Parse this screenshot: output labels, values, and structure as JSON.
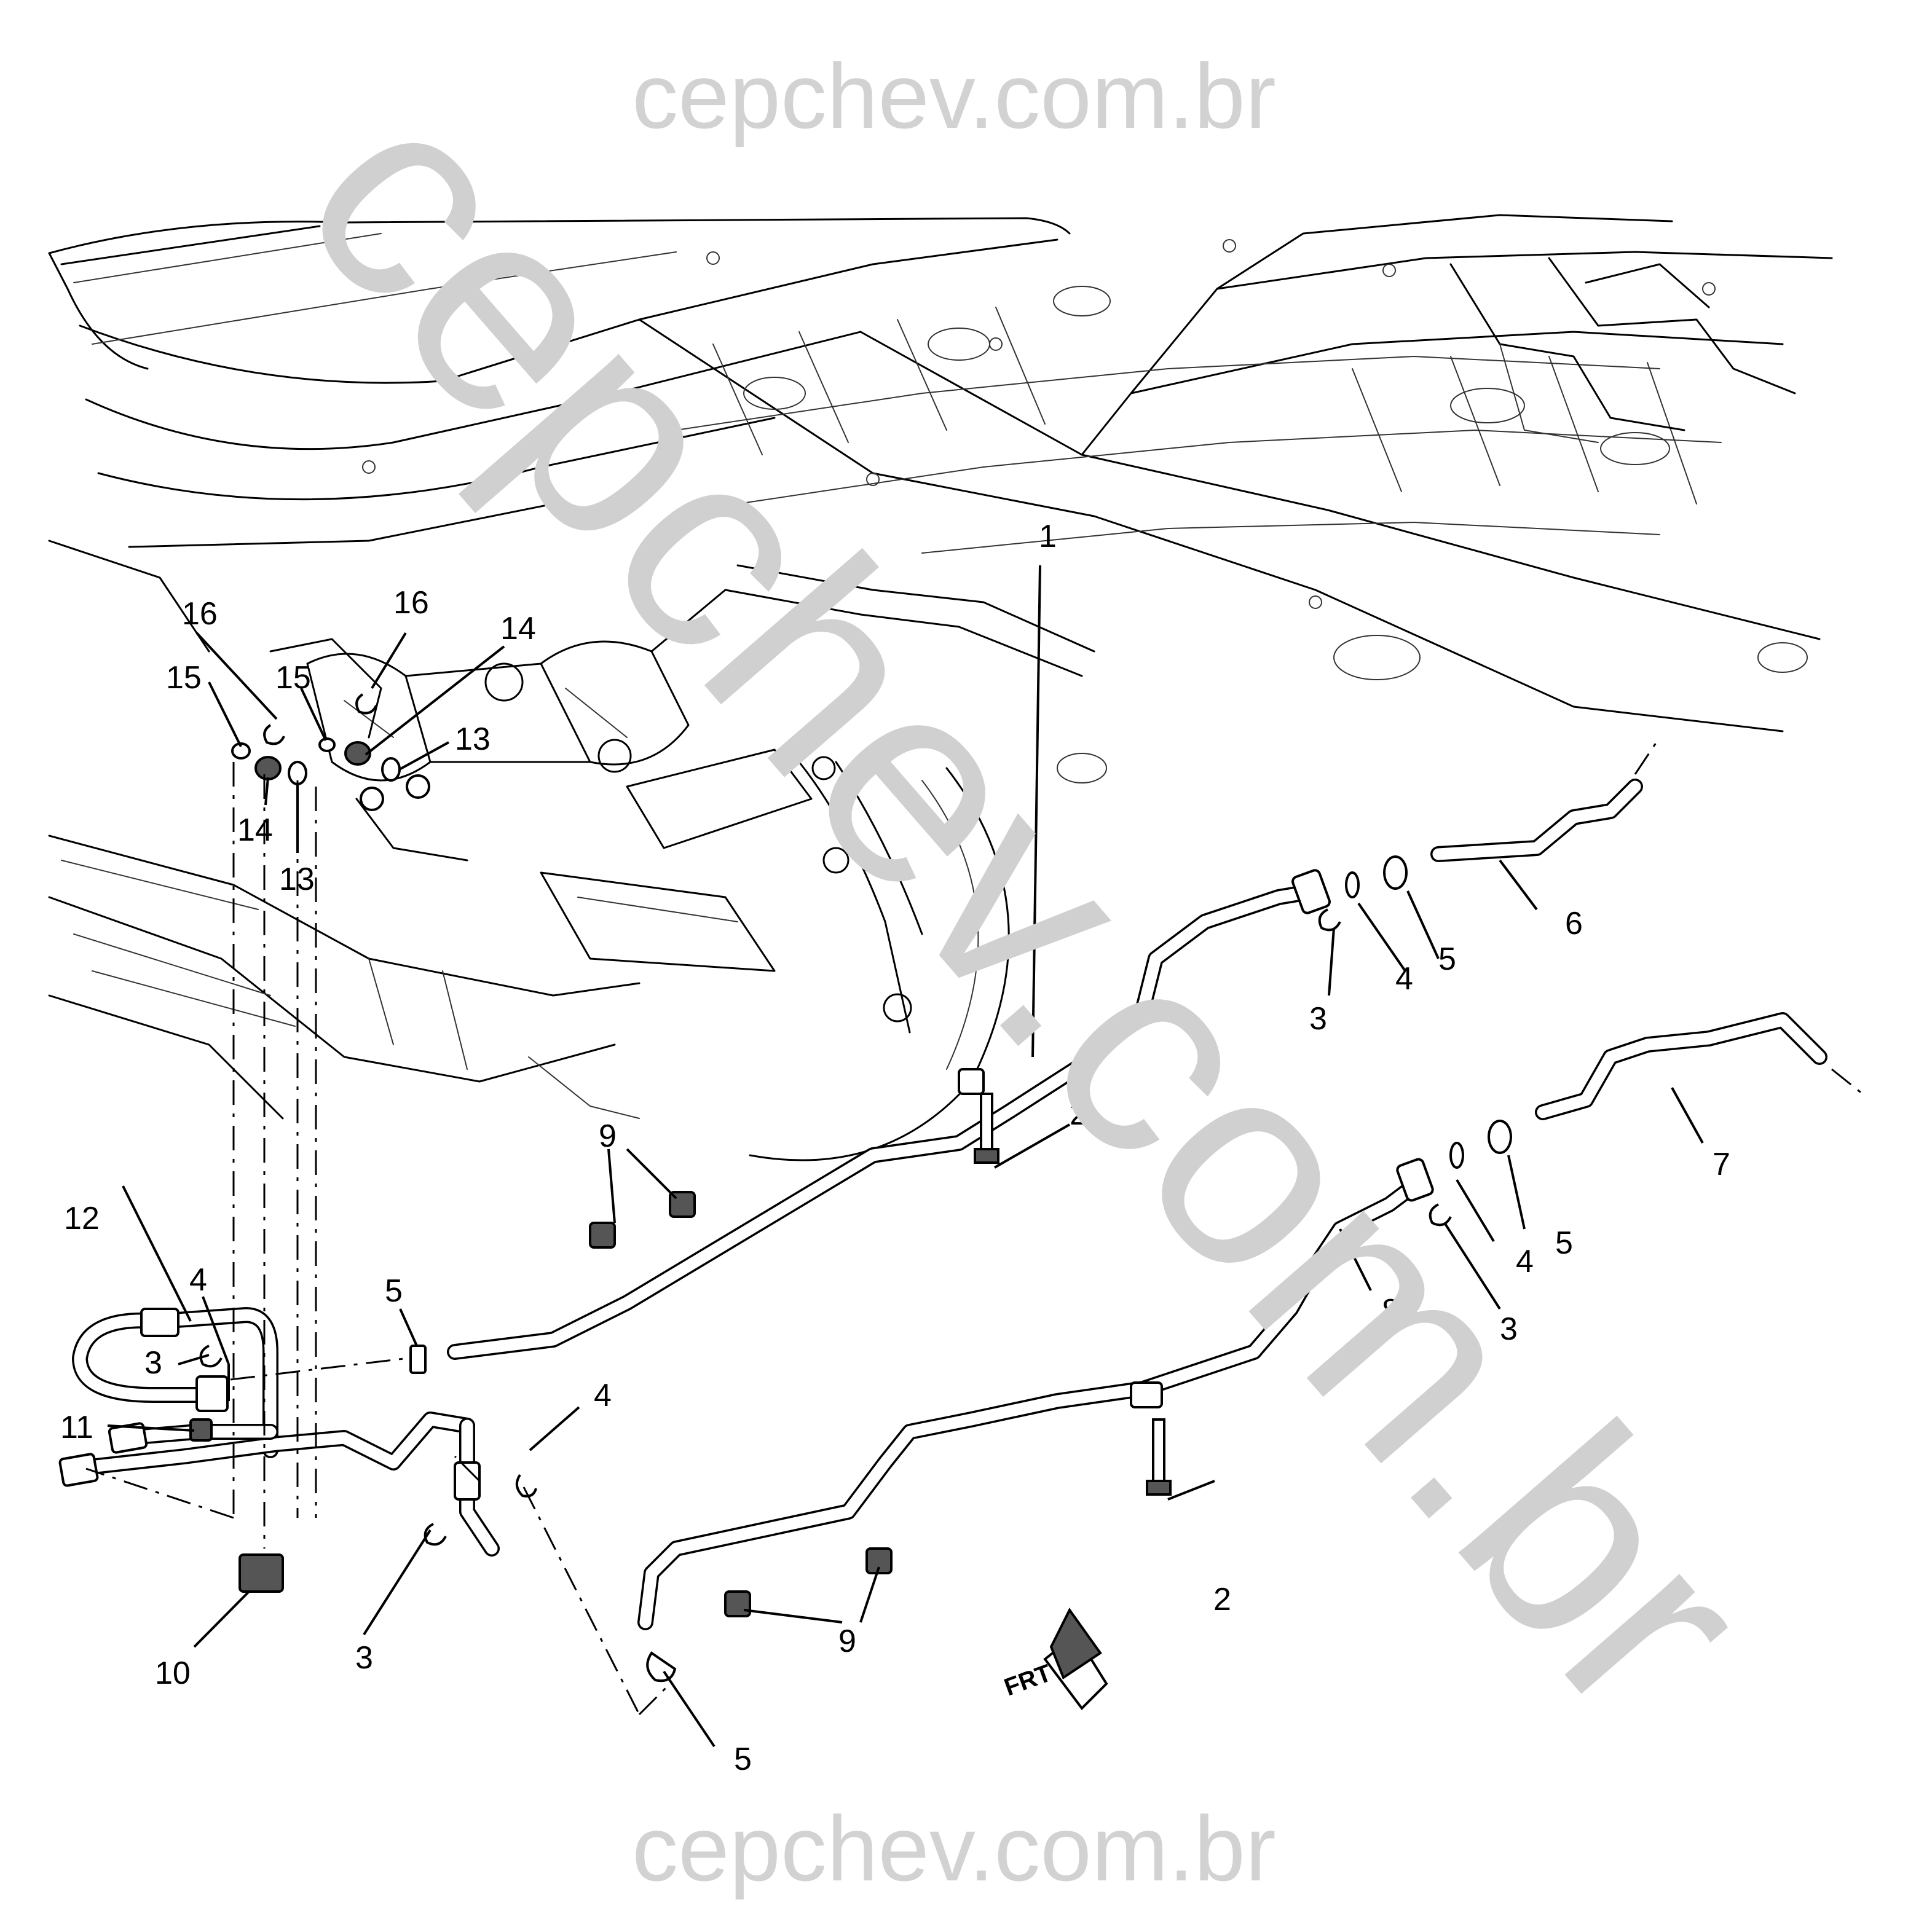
{
  "watermarks": {
    "top": "cepchev.com.br",
    "bottom": "cepchev.com.br",
    "diagonal": "cepchev.com.br"
  },
  "orientation_label": "FRT",
  "callouts": [
    {
      "id": "c1",
      "label": "1"
    },
    {
      "id": "c2a",
      "label": "2"
    },
    {
      "id": "c2b",
      "label": "2"
    },
    {
      "id": "c3a",
      "label": "3"
    },
    {
      "id": "c3b",
      "label": "3"
    },
    {
      "id": "c3c",
      "label": "3"
    },
    {
      "id": "c3d",
      "label": "3"
    },
    {
      "id": "c4a",
      "label": "4"
    },
    {
      "id": "c4b",
      "label": "4"
    },
    {
      "id": "c4c",
      "label": "4"
    },
    {
      "id": "c4d",
      "label": "4"
    },
    {
      "id": "c5a",
      "label": "5"
    },
    {
      "id": "c5b",
      "label": "5"
    },
    {
      "id": "c5c",
      "label": "5"
    },
    {
      "id": "c5d",
      "label": "5"
    },
    {
      "id": "c6",
      "label": "6"
    },
    {
      "id": "c7",
      "label": "7"
    },
    {
      "id": "c8",
      "label": "8"
    },
    {
      "id": "c9a",
      "label": "9"
    },
    {
      "id": "c9b",
      "label": "9"
    },
    {
      "id": "c10",
      "label": "10"
    },
    {
      "id": "c11",
      "label": "11"
    },
    {
      "id": "c12",
      "label": "12"
    },
    {
      "id": "c13a",
      "label": "13"
    },
    {
      "id": "c13b",
      "label": "13"
    },
    {
      "id": "c14a",
      "label": "14"
    },
    {
      "id": "c14b",
      "label": "14"
    },
    {
      "id": "c15a",
      "label": "15"
    },
    {
      "id": "c15b",
      "label": "15"
    },
    {
      "id": "c16a",
      "label": "16"
    },
    {
      "id": "c16b",
      "label": "16"
    }
  ]
}
